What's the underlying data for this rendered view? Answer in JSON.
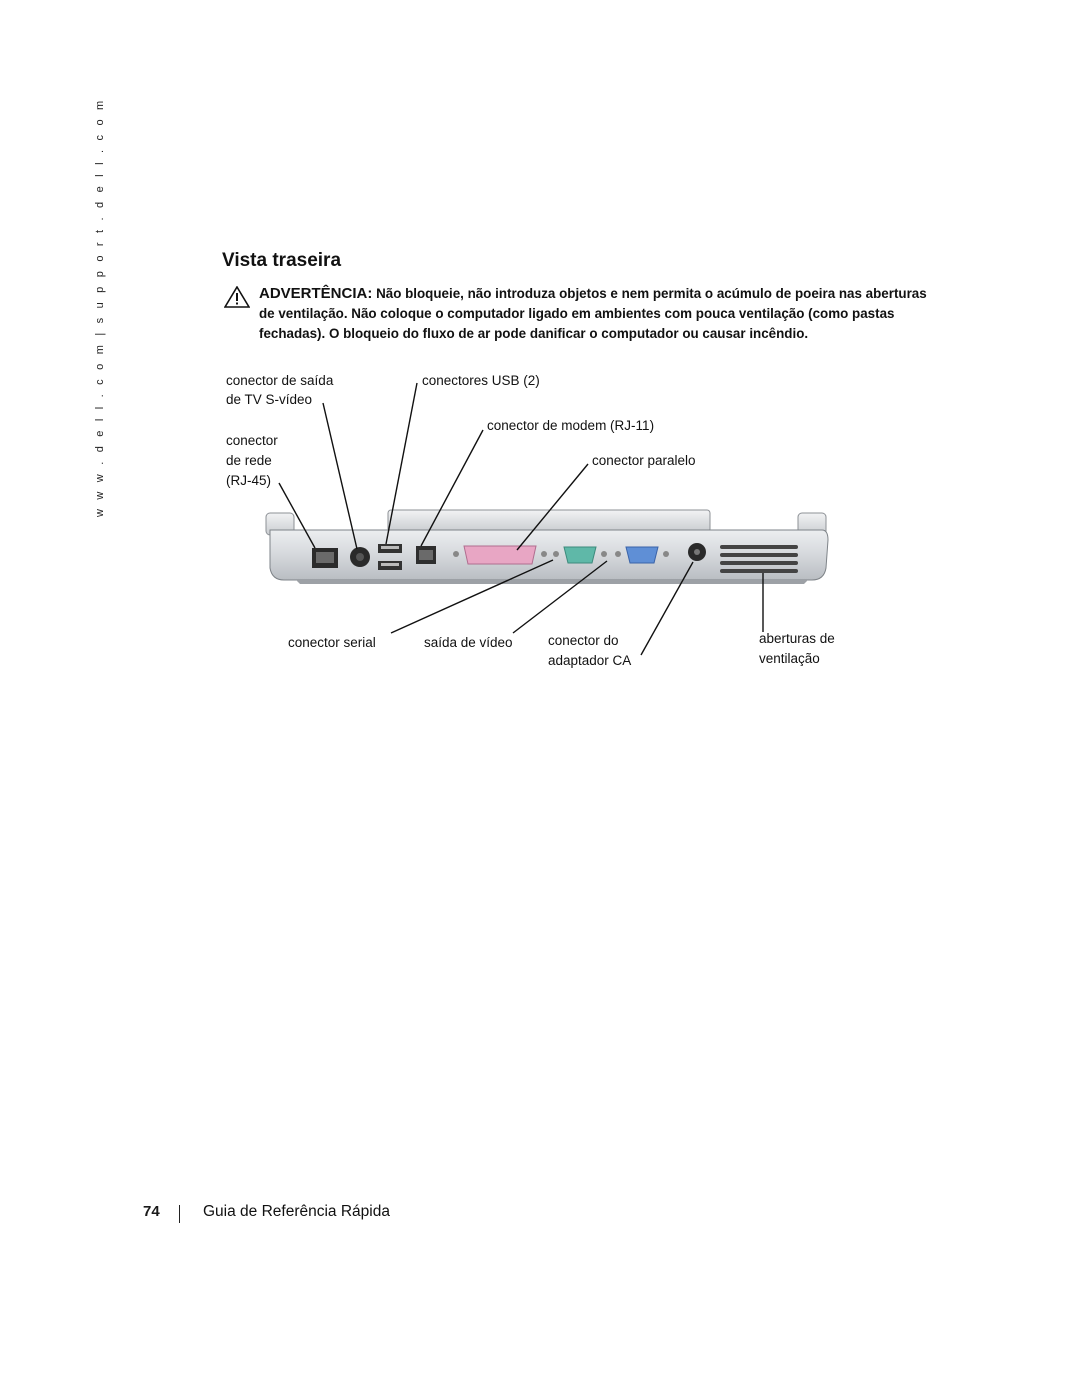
{
  "sidebar": {
    "url": "w w w . d e l l . c o m   |   s u p p o r t . d e l l . c o m"
  },
  "section": {
    "title": "Vista traseira",
    "warning_label": "ADVERTÊNCIA:",
    "warning_text": "Não bloqueie, não introduza objetos e nem permita o acúmulo de poeira nas aberturas de ventilação. Não coloque o computador ligado em ambientes com pouca ventilação (como pastas fechadas). O bloqueio do fluxo de ar pode danificar o computador ou causar incêndio.",
    "warning_icon": "warning-triangle-icon"
  },
  "callouts": {
    "s_video_1": "conector de saída",
    "s_video_2": "de TV S-vídeo",
    "usb": "conectores USB (2)",
    "modem": "conector de modem (RJ-11)",
    "network_1": "conector",
    "network_2": "de rede",
    "network_3": "(RJ-45)",
    "parallel": "conector paralelo",
    "serial": "conector serial",
    "video": "saída de vídeo",
    "ac_1": "conector do",
    "ac_2": "adaptador CA",
    "vents_1": "aberturas de",
    "vents_2": "ventilação"
  },
  "footer": {
    "page_number": "74",
    "title": "Guia de Referência Rápida"
  },
  "colors": {
    "chassis": "#d4d7db",
    "parallel_port": "#e8a6c4",
    "serial_port": "#5fb8a8",
    "video_port": "#5f8fd6"
  }
}
